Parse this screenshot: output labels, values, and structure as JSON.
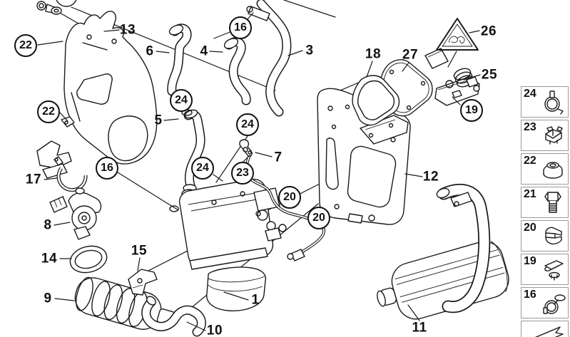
{
  "colors": {
    "line": "#1a1a1a",
    "background": "#ffffff",
    "sidebar_box_border": "#9a9a9a"
  },
  "diagram": {
    "plain_callouts": [
      "13",
      "6",
      "4",
      "3",
      "18",
      "27",
      "26",
      "25",
      "5",
      "7",
      "12",
      "17",
      "8",
      "14",
      "15",
      "9",
      "1",
      "10",
      "11"
    ],
    "balloon_callouts": [
      "22",
      "22",
      "16",
      "16",
      "24",
      "24",
      "24",
      "23",
      "20",
      "20",
      "19"
    ]
  },
  "sidebar": {
    "items": [
      {
        "number": "24",
        "icon": "spring-band-clamp-icon"
      },
      {
        "number": "23",
        "icon": "clip-nut-icon"
      },
      {
        "number": "22",
        "icon": "flange-nut-icon"
      },
      {
        "number": "21",
        "icon": "hex-bolt-icon"
      },
      {
        "number": "20",
        "icon": "retaining-clip-icon"
      },
      {
        "number": "19",
        "icon": "speed-nut-icon"
      },
      {
        "number": "16",
        "icon": "hose-clamp-icon"
      },
      {
        "number": "",
        "icon": "direction-arrow-icon"
      }
    ]
  }
}
